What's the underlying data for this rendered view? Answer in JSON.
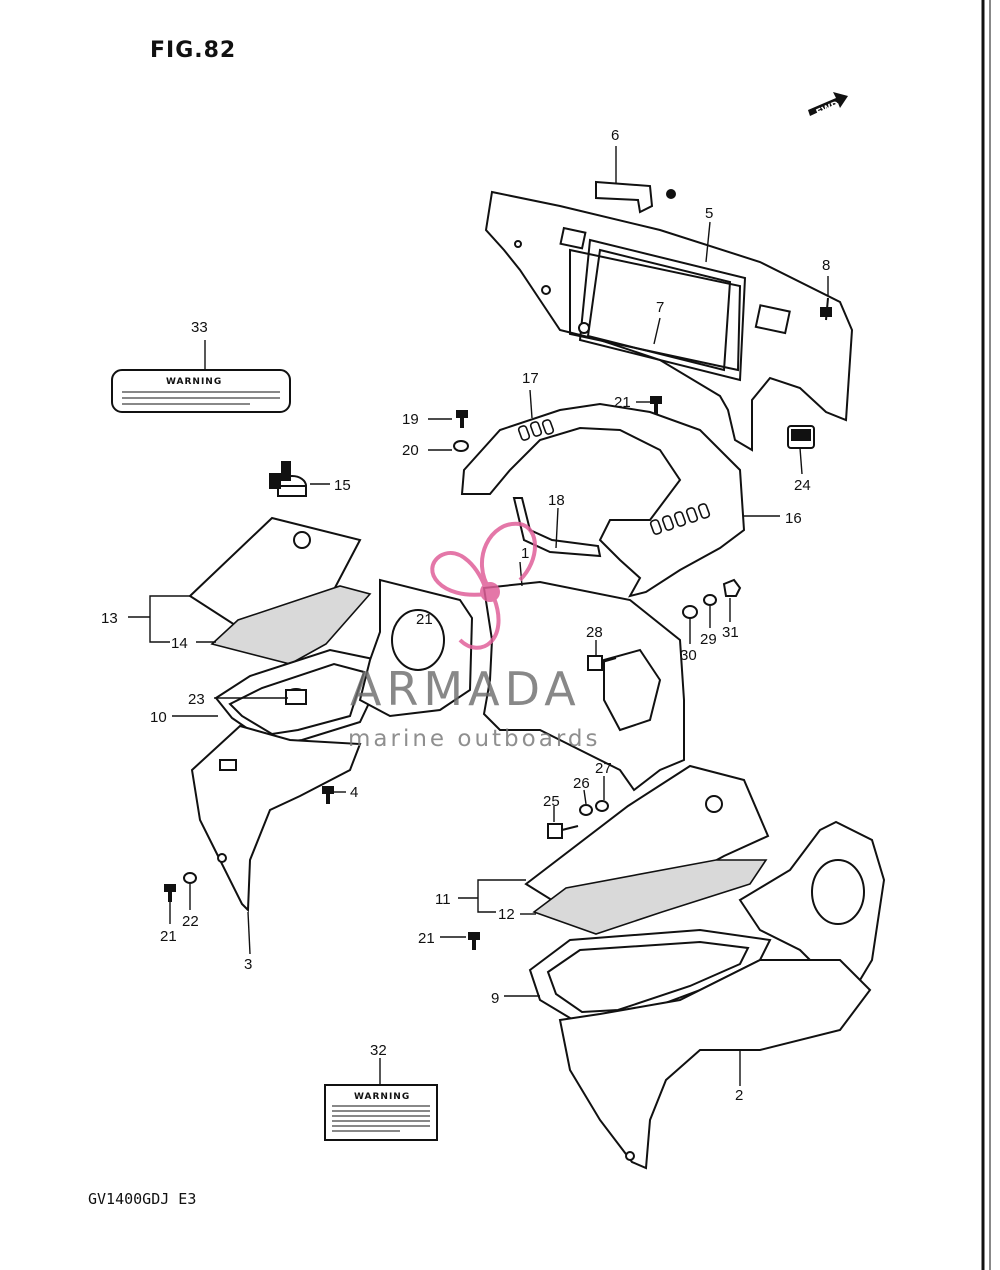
{
  "figure": {
    "title": "FIG.82",
    "model_code": "GV1400GDJ E3",
    "fwd_label": "FWD"
  },
  "decals": {
    "label_33_text": "WARNING",
    "label_32_text": "WARNING"
  },
  "watermark": {
    "brand": "ARMADA",
    "subtitle": "marine outboards",
    "colors": {
      "logo_pink": "#e0609a",
      "text_gray": "#6e6e6e"
    }
  },
  "callouts": {
    "c1": "1",
    "c2": "2",
    "c3": "3",
    "c4": "4",
    "c5": "5",
    "c6": "6",
    "c7": "7",
    "c8": "8",
    "c9": "9",
    "c10": "10",
    "c11": "11",
    "c12": "12",
    "c13": "13",
    "c14": "14",
    "c15": "15",
    "c16": "16",
    "c17": "17",
    "c18": "18",
    "c19": "19",
    "c20": "20",
    "c21a": "21",
    "c21b": "21",
    "c21c": "21",
    "c21d": "21",
    "c22": "22",
    "c23": "23",
    "c24": "24",
    "c25": "25",
    "c26": "26",
    "c27": "27",
    "c28": "28",
    "c29": "29",
    "c30": "30",
    "c31": "31",
    "c32": "32",
    "c33": "33"
  }
}
